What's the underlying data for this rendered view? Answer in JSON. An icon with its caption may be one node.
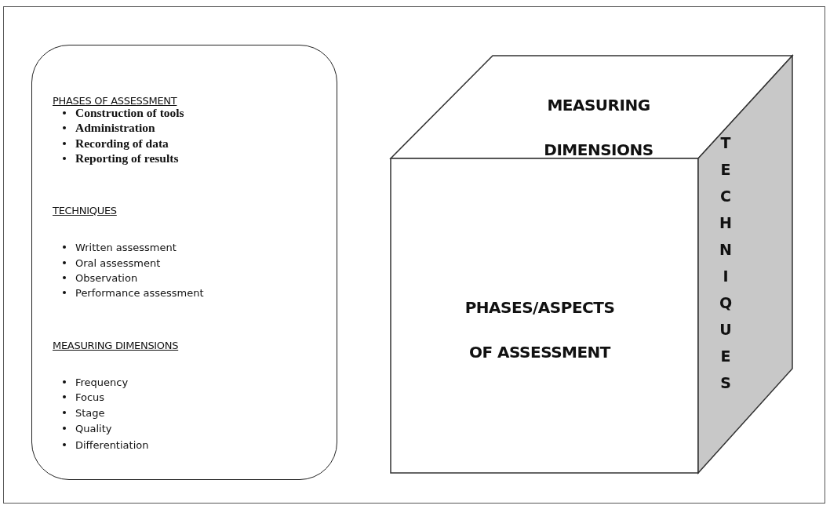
{
  "diagram": {
    "nodes": [
      {
        "text": [
          "PHASES OF ASSESSMENT",
          "Construction of tools",
          "Administration",
          "Recording of data",
          "Reporting of results",
          "TECHNIQUES",
          "Written assessment",
          "Oral assessment",
          "Observation",
          "Performance assessment",
          "MEASURING DIMENSIONS",
          "Frequency",
          "Focus",
          "Stage",
          "Quality",
          "Differentiation"
        ]
      },
      {
        "text": [
          "MEASURING DIMENSIONS"
        ]
      },
      {
        "text": [
          "PHASES/ASPECTS OF ASSESSMENT"
        ]
      },
      {
        "text": [
          "TECHNIQUES"
        ]
      }
    ],
    "edges": []
  }
}
